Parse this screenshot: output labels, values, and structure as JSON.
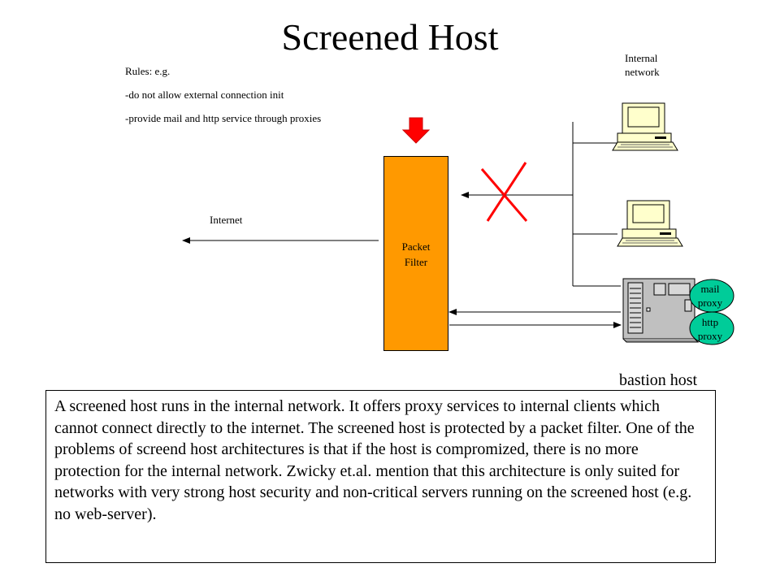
{
  "title": "Screened Host",
  "rules": {
    "title": "Rules: e.g.",
    "items": [
      "-do not allow external connection init",
      "-provide mail and http service through proxies"
    ]
  },
  "labels": {
    "internal_network_line1": "Internal",
    "internal_network_line2": "network",
    "internet": "Internet",
    "packet_filter_line1": "Packet",
    "packet_filter_line2": "Filter",
    "mail_proxy_line1": "mail",
    "mail_proxy_line2": "proxy",
    "http_proxy_line1": "http",
    "http_proxy_line2": "proxy",
    "bastion_host": "bastion host"
  },
  "description": "A screened host runs in the internal network. It offers proxy services to internal clients which cannot connect directly to the internet. The screened host is protected by a packet filter. One of the problems of screend host architectures is that if the host is compromized, there is no more protection for the internal network. Zwicky et.al. mention that this architecture is only suited for networks with very strong host security and non-critical servers running on the screened host (e.g. no web-server).",
  "colors": {
    "packet_filter": "#ff9900",
    "red_arrow": "#ff0000",
    "blocked_cross": "#ff0000",
    "proxy_bubble": "#00cc99",
    "computer": "#ffffcc",
    "server": "#c0c0c0"
  },
  "icons": {
    "computer": "desktop-computer-icon",
    "server": "server-icon",
    "blocked": "red-x-icon",
    "filter_arrow": "red-down-arrow-icon"
  }
}
